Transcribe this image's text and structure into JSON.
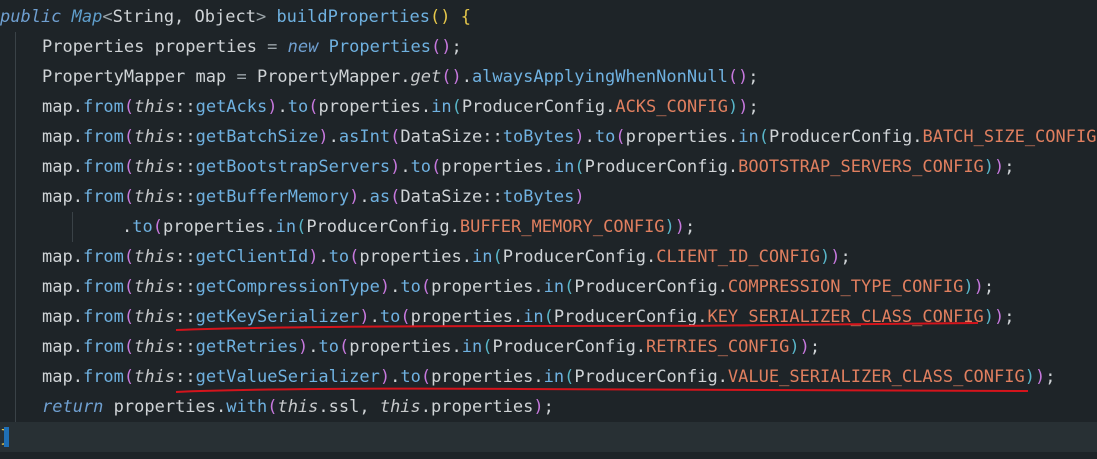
{
  "code": {
    "lines": [
      [
        [
          "t-kw",
          "public"
        ],
        [
          "t-txt",
          " "
        ],
        [
          "t-type",
          "Map"
        ],
        [
          "t-op",
          "<"
        ],
        [
          "t-txt",
          "String, Object"
        ],
        [
          "t-op",
          ">"
        ],
        [
          "t-txt",
          " "
        ],
        [
          "t-m",
          "buildProperties"
        ],
        [
          "t-p1",
          "()"
        ],
        [
          "t-txt",
          " "
        ],
        [
          "t-brace",
          "{"
        ]
      ],
      [
        [
          "t-txt",
          "Properties properties "
        ],
        [
          "t-op",
          "="
        ],
        [
          "t-txt",
          " "
        ],
        [
          "t-kw",
          "new"
        ],
        [
          "t-txt",
          " "
        ],
        [
          "t-m",
          "Properties"
        ],
        [
          "t-p2",
          "()"
        ],
        [
          "t-txt",
          ";"
        ]
      ],
      [
        [
          "t-txt",
          "PropertyMapper map "
        ],
        [
          "t-op",
          "="
        ],
        [
          "t-txt",
          " PropertyMapper."
        ],
        [
          "t-ital",
          "get"
        ],
        [
          "t-p2",
          "()"
        ],
        [
          "t-txt",
          "."
        ],
        [
          "t-m",
          "alwaysApplyingWhenNonNull"
        ],
        [
          "t-p2",
          "()"
        ],
        [
          "t-txt",
          ";"
        ]
      ],
      [
        [
          "t-txt",
          "map."
        ],
        [
          "t-m",
          "from"
        ],
        [
          "t-p2",
          "("
        ],
        [
          "t-ital",
          "this"
        ],
        [
          "t-txt",
          "::"
        ],
        [
          "t-m",
          "getAcks"
        ],
        [
          "t-p2",
          ")"
        ],
        [
          "t-txt",
          "."
        ],
        [
          "t-m",
          "to"
        ],
        [
          "t-p2",
          "("
        ],
        [
          "t-txt",
          "properties."
        ],
        [
          "t-m",
          "in"
        ],
        [
          "t-p3",
          "("
        ],
        [
          "t-txt",
          "ProducerConfig."
        ],
        [
          "t-const",
          "ACKS_CONFIG"
        ],
        [
          "t-p3",
          ")"
        ],
        [
          "t-p2",
          ")"
        ],
        [
          "t-txt",
          ";"
        ]
      ],
      [
        [
          "t-txt",
          "map."
        ],
        [
          "t-m",
          "from"
        ],
        [
          "t-p2",
          "("
        ],
        [
          "t-ital",
          "this"
        ],
        [
          "t-txt",
          "::"
        ],
        [
          "t-m",
          "getBatchSize"
        ],
        [
          "t-p2",
          ")"
        ],
        [
          "t-txt",
          "."
        ],
        [
          "t-m",
          "asInt"
        ],
        [
          "t-p2",
          "("
        ],
        [
          "t-txt",
          "DataSize::"
        ],
        [
          "t-m",
          "toBytes"
        ],
        [
          "t-p2",
          ")"
        ],
        [
          "t-txt",
          "."
        ],
        [
          "t-m",
          "to"
        ],
        [
          "t-p2",
          "("
        ],
        [
          "t-txt",
          "properties."
        ],
        [
          "t-m",
          "in"
        ],
        [
          "t-p3",
          "("
        ],
        [
          "t-txt",
          "ProducerConfig."
        ],
        [
          "t-const",
          "BATCH_SIZE_CONFIG"
        ],
        [
          "t-p3",
          ")"
        ],
        [
          "t-p2",
          ")"
        ],
        [
          "t-txt",
          ";"
        ]
      ],
      [
        [
          "t-txt",
          "map."
        ],
        [
          "t-m",
          "from"
        ],
        [
          "t-p2",
          "("
        ],
        [
          "t-ital",
          "this"
        ],
        [
          "t-txt",
          "::"
        ],
        [
          "t-m",
          "getBootstrapServers"
        ],
        [
          "t-p2",
          ")"
        ],
        [
          "t-txt",
          "."
        ],
        [
          "t-m",
          "to"
        ],
        [
          "t-p2",
          "("
        ],
        [
          "t-txt",
          "properties."
        ],
        [
          "t-m",
          "in"
        ],
        [
          "t-p3",
          "("
        ],
        [
          "t-txt",
          "ProducerConfig."
        ],
        [
          "t-const",
          "BOOTSTRAP_SERVERS_CONFIG"
        ],
        [
          "t-p3",
          ")"
        ],
        [
          "t-p2",
          ")"
        ],
        [
          "t-txt",
          ";"
        ]
      ],
      [
        [
          "t-txt",
          "map."
        ],
        [
          "t-m",
          "from"
        ],
        [
          "t-p2",
          "("
        ],
        [
          "t-ital",
          "this"
        ],
        [
          "t-txt",
          "::"
        ],
        [
          "t-m",
          "getBufferMemory"
        ],
        [
          "t-p2",
          ")"
        ],
        [
          "t-txt",
          "."
        ],
        [
          "t-m",
          "as"
        ],
        [
          "t-p2",
          "("
        ],
        [
          "t-txt",
          "DataSize::"
        ],
        [
          "t-m",
          "toBytes"
        ],
        [
          "t-p2",
          ")"
        ]
      ],
      [
        [
          "t-txt",
          "."
        ],
        [
          "t-m",
          "to"
        ],
        [
          "t-p2",
          "("
        ],
        [
          "t-txt",
          "properties."
        ],
        [
          "t-m",
          "in"
        ],
        [
          "t-p3",
          "("
        ],
        [
          "t-txt",
          "ProducerConfig."
        ],
        [
          "t-const",
          "BUFFER_MEMORY_CONFIG"
        ],
        [
          "t-p3",
          ")"
        ],
        [
          "t-p2",
          ")"
        ],
        [
          "t-txt",
          ";"
        ]
      ],
      [
        [
          "t-txt",
          "map."
        ],
        [
          "t-m",
          "from"
        ],
        [
          "t-p2",
          "("
        ],
        [
          "t-ital",
          "this"
        ],
        [
          "t-txt",
          "::"
        ],
        [
          "t-m",
          "getClientId"
        ],
        [
          "t-p2",
          ")"
        ],
        [
          "t-txt",
          "."
        ],
        [
          "t-m",
          "to"
        ],
        [
          "t-p2",
          "("
        ],
        [
          "t-txt",
          "properties."
        ],
        [
          "t-m",
          "in"
        ],
        [
          "t-p3",
          "("
        ],
        [
          "t-txt",
          "ProducerConfig."
        ],
        [
          "t-const",
          "CLIENT_ID_CONFIG"
        ],
        [
          "t-p3",
          ")"
        ],
        [
          "t-p2",
          ")"
        ],
        [
          "t-txt",
          ";"
        ]
      ],
      [
        [
          "t-txt",
          "map."
        ],
        [
          "t-m",
          "from"
        ],
        [
          "t-p2",
          "("
        ],
        [
          "t-ital",
          "this"
        ],
        [
          "t-txt",
          "::"
        ],
        [
          "t-m",
          "getCompressionType"
        ],
        [
          "t-p2",
          ")"
        ],
        [
          "t-txt",
          "."
        ],
        [
          "t-m",
          "to"
        ],
        [
          "t-p2",
          "("
        ],
        [
          "t-txt",
          "properties."
        ],
        [
          "t-m",
          "in"
        ],
        [
          "t-p3",
          "("
        ],
        [
          "t-txt",
          "ProducerConfig."
        ],
        [
          "t-const",
          "COMPRESSION_TYPE_CONFIG"
        ],
        [
          "t-p3",
          ")"
        ],
        [
          "t-p2",
          ")"
        ],
        [
          "t-txt",
          ";"
        ]
      ],
      [
        [
          "t-txt",
          "map."
        ],
        [
          "t-m",
          "from"
        ],
        [
          "t-p2",
          "("
        ],
        [
          "t-ital",
          "this"
        ],
        [
          "t-txt",
          "::"
        ],
        [
          "t-m",
          "getKeySerializer"
        ],
        [
          "t-p2",
          ")"
        ],
        [
          "t-txt",
          "."
        ],
        [
          "t-m",
          "to"
        ],
        [
          "t-p2",
          "("
        ],
        [
          "t-txt",
          "properties."
        ],
        [
          "t-m",
          "in"
        ],
        [
          "t-p3",
          "("
        ],
        [
          "t-txt",
          "ProducerConfig."
        ],
        [
          "t-const",
          "KEY_SERIALIZER_CLASS_CONFIG"
        ],
        [
          "t-p3",
          ")"
        ],
        [
          "t-p2",
          ")"
        ],
        [
          "t-txt",
          ";"
        ]
      ],
      [
        [
          "t-txt",
          "map."
        ],
        [
          "t-m",
          "from"
        ],
        [
          "t-p2",
          "("
        ],
        [
          "t-ital",
          "this"
        ],
        [
          "t-txt",
          "::"
        ],
        [
          "t-m",
          "getRetries"
        ],
        [
          "t-p2",
          ")"
        ],
        [
          "t-txt",
          "."
        ],
        [
          "t-m",
          "to"
        ],
        [
          "t-p2",
          "("
        ],
        [
          "t-txt",
          "properties."
        ],
        [
          "t-m",
          "in"
        ],
        [
          "t-p3",
          "("
        ],
        [
          "t-txt",
          "ProducerConfig."
        ],
        [
          "t-const",
          "RETRIES_CONFIG"
        ],
        [
          "t-p3",
          ")"
        ],
        [
          "t-p2",
          ")"
        ],
        [
          "t-txt",
          ";"
        ]
      ],
      [
        [
          "t-txt",
          "map."
        ],
        [
          "t-m",
          "from"
        ],
        [
          "t-p2",
          "("
        ],
        [
          "t-ital",
          "this"
        ],
        [
          "t-txt",
          "::"
        ],
        [
          "t-m",
          "getValueSerializer"
        ],
        [
          "t-p2",
          ")"
        ],
        [
          "t-txt",
          "."
        ],
        [
          "t-m",
          "to"
        ],
        [
          "t-p2",
          "("
        ],
        [
          "t-txt",
          "properties."
        ],
        [
          "t-m",
          "in"
        ],
        [
          "t-p3",
          "("
        ],
        [
          "t-txt",
          "ProducerConfig."
        ],
        [
          "t-const",
          "VALUE_SERIALIZER_CLASS_CONFIG"
        ],
        [
          "t-p3",
          ")"
        ],
        [
          "t-p2",
          ")"
        ],
        [
          "t-txt",
          ";"
        ]
      ],
      [
        [
          "t-kw",
          "return"
        ],
        [
          "t-txt",
          " properties."
        ],
        [
          "t-m",
          "with"
        ],
        [
          "t-p2",
          "("
        ],
        [
          "t-ital",
          "this"
        ],
        [
          "t-txt",
          ".ssl, "
        ],
        [
          "t-ital",
          "this"
        ],
        [
          "t-txt",
          ".properties"
        ],
        [
          "t-p2",
          ")"
        ],
        [
          "t-txt",
          ";"
        ]
      ],
      [
        [
          "t-brace",
          "}"
        ]
      ]
    ],
    "current_line": 14
  },
  "colors": {
    "background": "#1e2428",
    "current_line": "#283034",
    "underline": "#d4141c"
  }
}
